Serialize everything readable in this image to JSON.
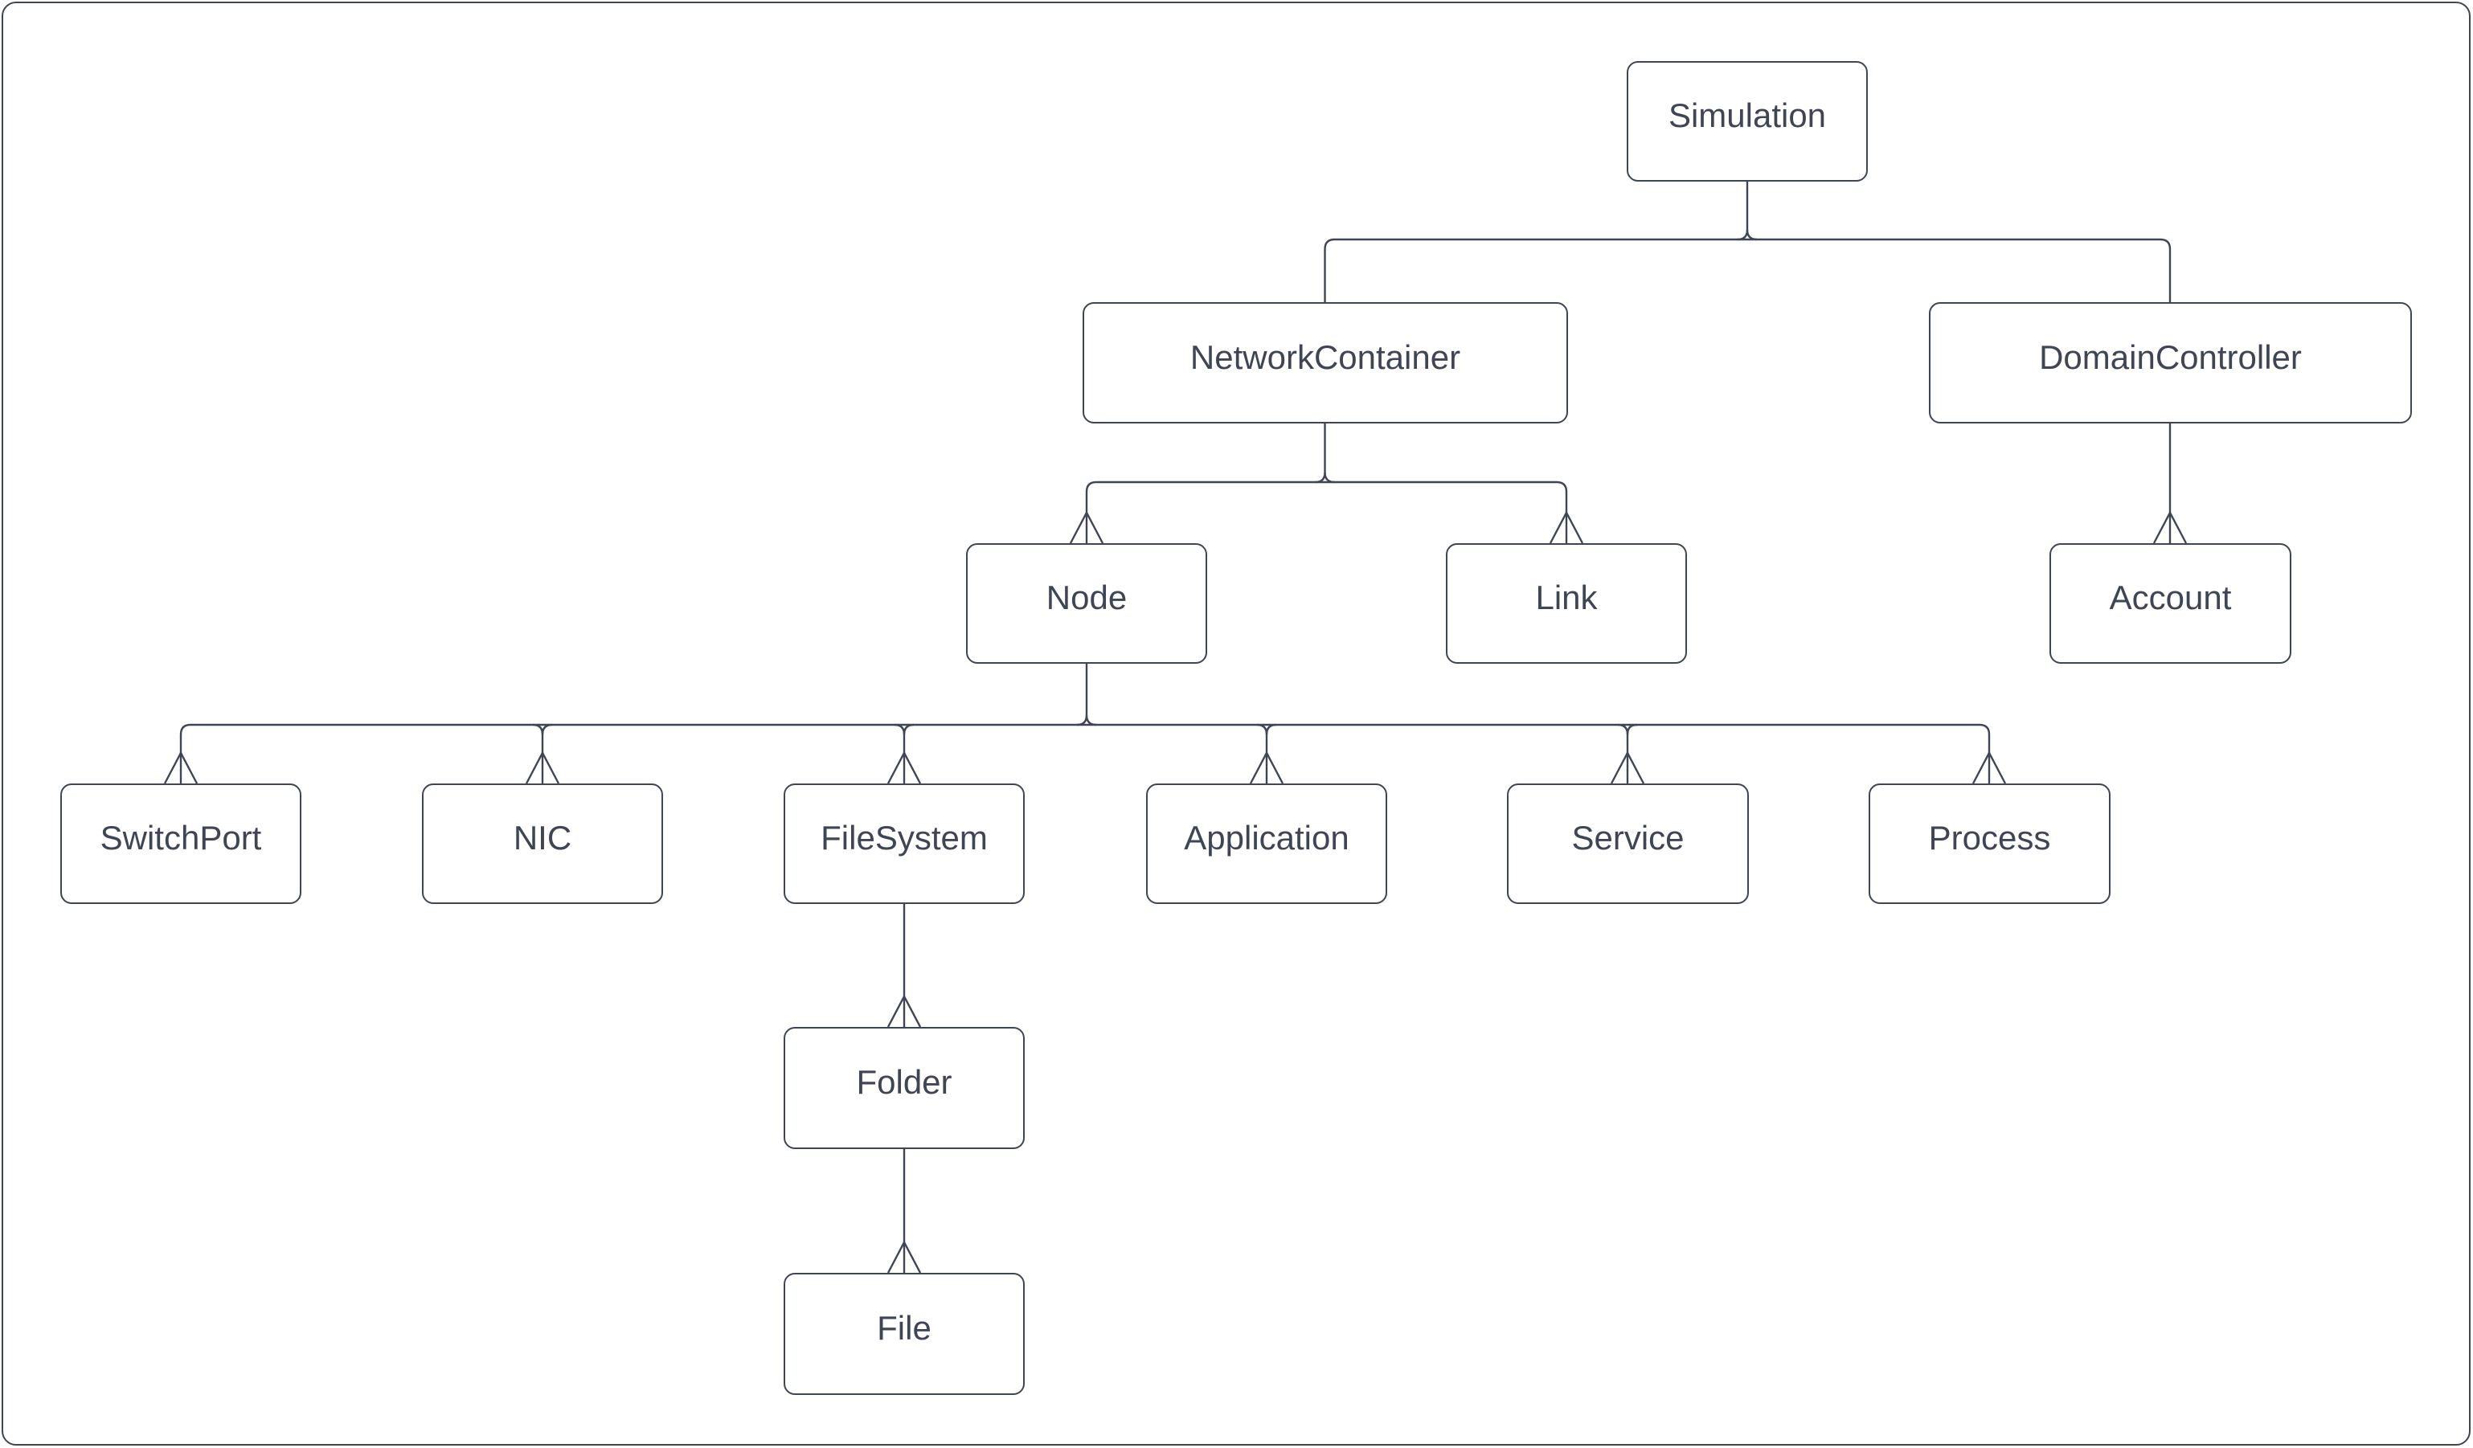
{
  "diagram": {
    "type": "hierarchy-tree",
    "background_color": "#ffffff",
    "stroke_color": "#3e4655",
    "node_fill_color": "#ffffff",
    "text_color": "#3e4655",
    "nodes": {
      "simulation": {
        "label": "Simulation"
      },
      "network_container": {
        "label": "NetworkContainer"
      },
      "domain_controller": {
        "label": "DomainController"
      },
      "node": {
        "label": "Node"
      },
      "link": {
        "label": "Link"
      },
      "account": {
        "label": "Account"
      },
      "switch_port": {
        "label": "SwitchPort"
      },
      "nic": {
        "label": "NIC"
      },
      "file_system": {
        "label": "FileSystem"
      },
      "application": {
        "label": "Application"
      },
      "service": {
        "label": "Service"
      },
      "process": {
        "label": "Process"
      },
      "folder": {
        "label": "Folder"
      },
      "file": {
        "label": "File"
      }
    },
    "edges": [
      {
        "from": "Simulation",
        "to": "NetworkContainer",
        "arrowhead": "none"
      },
      {
        "from": "Simulation",
        "to": "DomainController",
        "arrowhead": "none"
      },
      {
        "from": "NetworkContainer",
        "to": "Node",
        "arrowhead": "open-v"
      },
      {
        "from": "NetworkContainer",
        "to": "Link",
        "arrowhead": "open-v"
      },
      {
        "from": "DomainController",
        "to": "Account",
        "arrowhead": "open-v"
      },
      {
        "from": "Node",
        "to": "SwitchPort",
        "arrowhead": "open-v"
      },
      {
        "from": "Node",
        "to": "NIC",
        "arrowhead": "open-v"
      },
      {
        "from": "Node",
        "to": "FileSystem",
        "arrowhead": "open-v"
      },
      {
        "from": "Node",
        "to": "Application",
        "arrowhead": "open-v"
      },
      {
        "from": "Node",
        "to": "Service",
        "arrowhead": "open-v"
      },
      {
        "from": "Node",
        "to": "Process",
        "arrowhead": "open-v"
      },
      {
        "from": "FileSystem",
        "to": "Folder",
        "arrowhead": "open-v"
      },
      {
        "from": "Folder",
        "to": "File",
        "arrowhead": "open-v"
      }
    ]
  }
}
